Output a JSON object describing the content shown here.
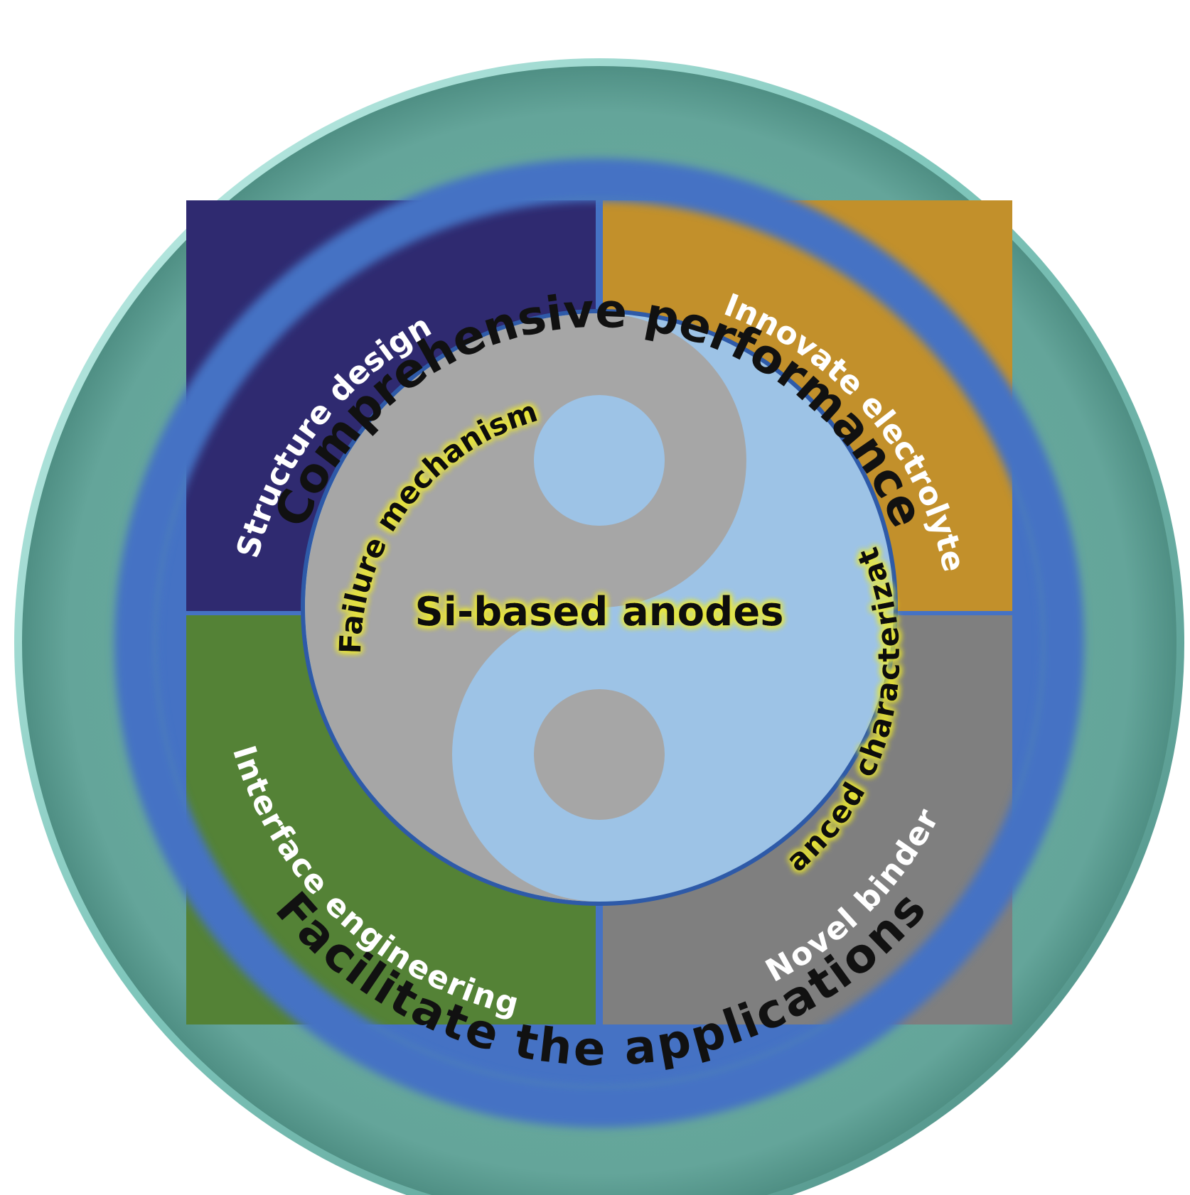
{
  "center": {
    "title": "Si-based anodes"
  },
  "outer_ring": {
    "top_label": "Comprehensive performance",
    "bottom_label": "Facilitate the applications"
  },
  "quadrants": [
    {
      "id": "structure",
      "label": "Structure design",
      "color": "#2f2a70"
    },
    {
      "id": "electrolyte",
      "label": "Innovate electrolyte",
      "color": "#c2902b"
    },
    {
      "id": "interface",
      "label": "Interface engineering",
      "color": "#548236"
    },
    {
      "id": "binder",
      "label": "Novel binder",
      "color": "#7f7f7f"
    }
  ],
  "inner_labels": {
    "failure": "Failure mechanism",
    "characterization": "Advanced characterizations"
  },
  "colors": {
    "outer_ring": "#65a69b",
    "blue_band": "#4472c4",
    "yin_gray": "#a6a6a6",
    "yang_blue": "#9dc3e6",
    "quad_text": "#ffffff",
    "inner_text": "#111111",
    "glow": "#f0ec30"
  }
}
